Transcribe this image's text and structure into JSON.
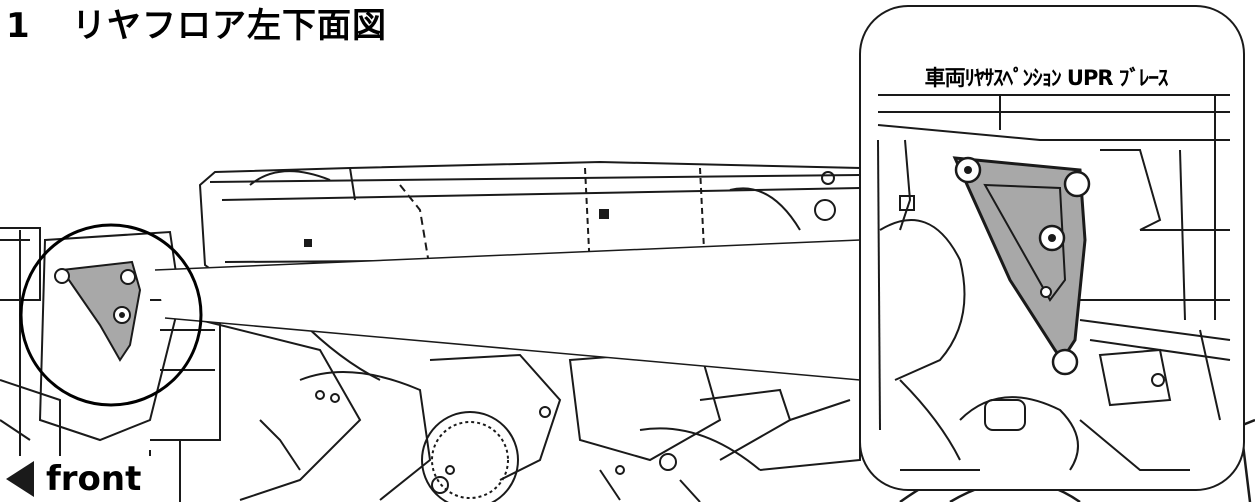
{
  "title": {
    "number": "1",
    "text": "リヤフロア左下面図"
  },
  "callout": {
    "label": "車両ﾘﾔｻｽﾍﾟﾝｼｮﾝ UPR ﾌﾞﾚｰｽ"
  },
  "direction": {
    "label": "front",
    "icon": "left-triangle-arrow"
  },
  "colors": {
    "line": "#1a1a1a",
    "part_fill": "#a8a8a8",
    "background": "#ffffff"
  }
}
